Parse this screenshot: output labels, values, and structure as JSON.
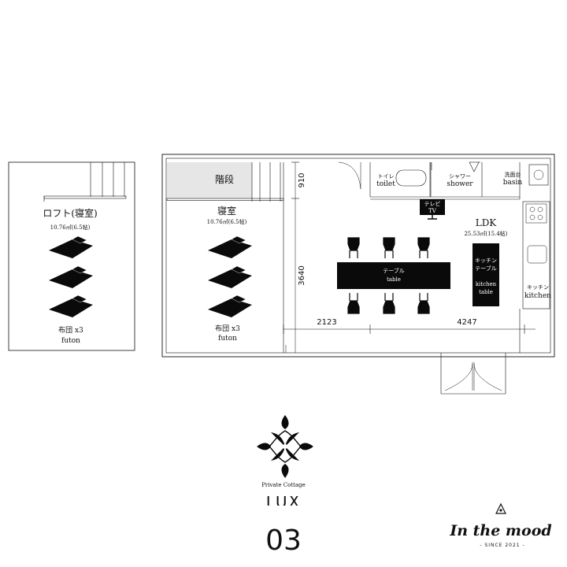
{
  "loft": {
    "title": "ロフト(寝室)",
    "area": "10.76㎡(6.5帖)",
    "futon_jp": "布団 x3",
    "futon_en": "futon"
  },
  "bedroom": {
    "stairs": "階段",
    "title": "寝室",
    "area": "10.76㎡(6.5帖)",
    "futon_jp": "布団 x3",
    "futon_en": "futon"
  },
  "ldk": {
    "title": "LDK",
    "area": "25.53㎡(15.4帖)"
  },
  "rooms": {
    "toilet_jp": "トイレ",
    "toilet_en": "toilet",
    "shower_jp": "シャワー",
    "shower_en": "shower",
    "basin_jp": "洗面台",
    "basin_en": "basin",
    "tv_jp": "テレビ",
    "tv_en": "TV",
    "table_jp": "テーブル",
    "table_en": "table",
    "ktable_jp1": "キッチン",
    "ktable_jp2": "テーブル",
    "ktable_en1": "kitchen",
    "ktable_en2": "table",
    "kitchen_jp": "キッチン",
    "kitchen_en": "kitchen"
  },
  "dimensions": {
    "top_height": "910",
    "main_height": "3640",
    "left_width": "2123",
    "right_width": "4247"
  },
  "brand": {
    "subtitle": "Private Cottage",
    "name": "LUX",
    "number": "03",
    "logo_text": "In the mood",
    "since": "- SINCE 2021 -"
  },
  "colors": {
    "line": "#111111",
    "stairs_fill": "#e6e6e6",
    "furniture": "#0a0a0a"
  }
}
